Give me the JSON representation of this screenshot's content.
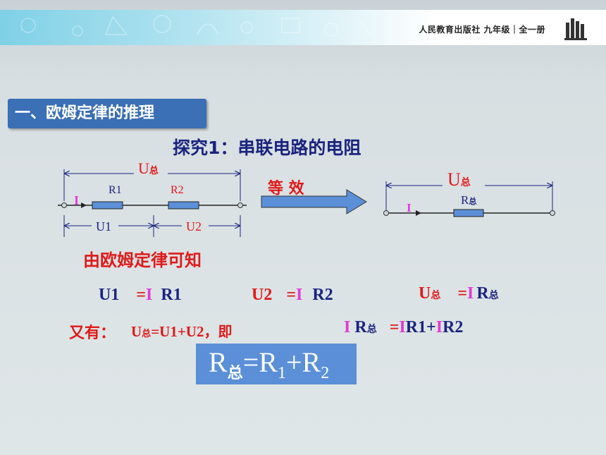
{
  "header": {
    "publisher": "人民教育出版社 九年级｜全一册"
  },
  "section": {
    "title": "一、欧姆定律的推理"
  },
  "explore_title": "探究1：串联电路的电阻",
  "circuit_left": {
    "u_total": "U",
    "u_total_sub": "总",
    "current": "I",
    "r1": "R1",
    "r2": "R2",
    "u1": "U1",
    "u2": "U2"
  },
  "equivalent_label": "等 效",
  "circuit_right": {
    "u_total": "U",
    "u_total_sub": "总",
    "current": "I",
    "r_total": "R",
    "r_total_sub": "总"
  },
  "ohm_text": "由欧姆定律可知",
  "equations": {
    "eq1": {
      "u": "U1",
      "eq": "=",
      "i": "I",
      "r": "R1"
    },
    "eq2": {
      "u": "U2",
      "eq": "=",
      "i": "I",
      "r": "R2"
    },
    "eq3": {
      "u": "U",
      "u_sub": "总",
      "eq": "=",
      "i": "I",
      "r": "R",
      "r_sub": "总"
    }
  },
  "also": {
    "label": "又有：",
    "expr_u": "U",
    "expr_u_sub": "总",
    "expr_rest": "=U1+U2",
    "then": "，即",
    "rhs_i": "I",
    "rhs_r": "R",
    "rhs_r_sub": "总",
    "rhs_eq": "=",
    "rhs_i1": "I",
    "rhs_r1": "R1+",
    "rhs_i2": "I",
    "rhs_r2": "R2"
  },
  "final_formula": {
    "r": "R",
    "r_sub": "总",
    "rest": "=R",
    "s1": "1",
    "plus": "+R",
    "s2": "2"
  },
  "colors": {
    "accent_blue": "#3b6fb6",
    "box_blue": "#5b8fd8",
    "red": "#e01a1a",
    "navy": "#1a237e",
    "magenta": "#e23ad6"
  }
}
